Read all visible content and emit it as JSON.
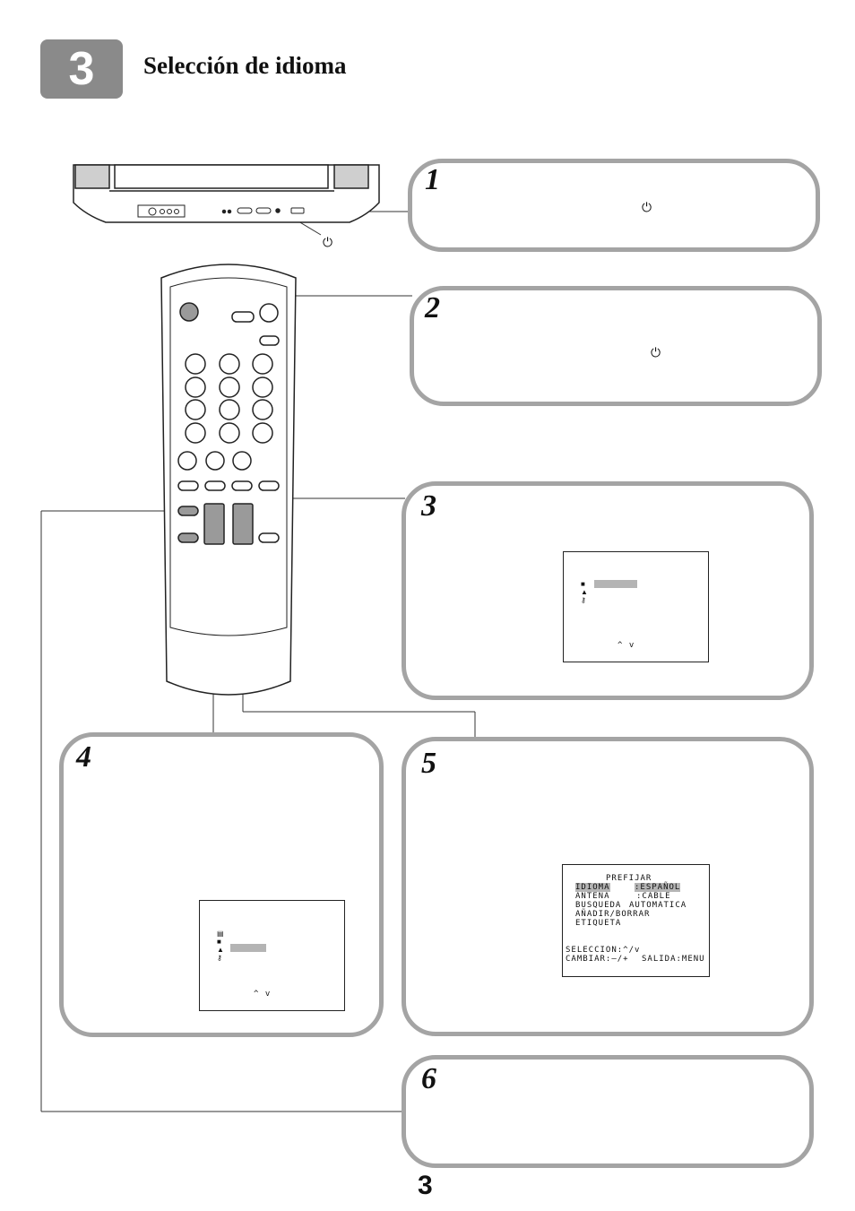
{
  "header": {
    "section_number": "3",
    "title": "Selección de idioma"
  },
  "tv": {
    "power_symbol": "⏻"
  },
  "steps": [
    {
      "number": "1",
      "power_symbol": "⏻"
    },
    {
      "number": "2",
      "power_symbol": "⏻"
    },
    {
      "number": "3",
      "arrows": "^ v"
    },
    {
      "number": "4",
      "arrow_up": "^",
      "arrow_down": "v",
      "arrows": "^ v"
    },
    {
      "number": "5",
      "menu": {
        "title": "PREFIJAR",
        "rows": [
          {
            "label": "IDIOMA",
            "value": ":ESPAÑOL"
          },
          {
            "label": "ANTENA",
            "value": ":CABLE"
          },
          {
            "label": "BUSQUEDA",
            "value": "AUTOMATICA"
          },
          {
            "label": "AÑADIR/BORRAR",
            "value": ""
          },
          {
            "label": "ETIQUETA",
            "value": ""
          }
        ],
        "footer_1": "SELECCION:^/v",
        "footer_2_left": "CAMBIAR:–/+",
        "footer_2_right": "SALIDA:MENU"
      }
    },
    {
      "number": "6"
    }
  ],
  "page_number": "3"
}
